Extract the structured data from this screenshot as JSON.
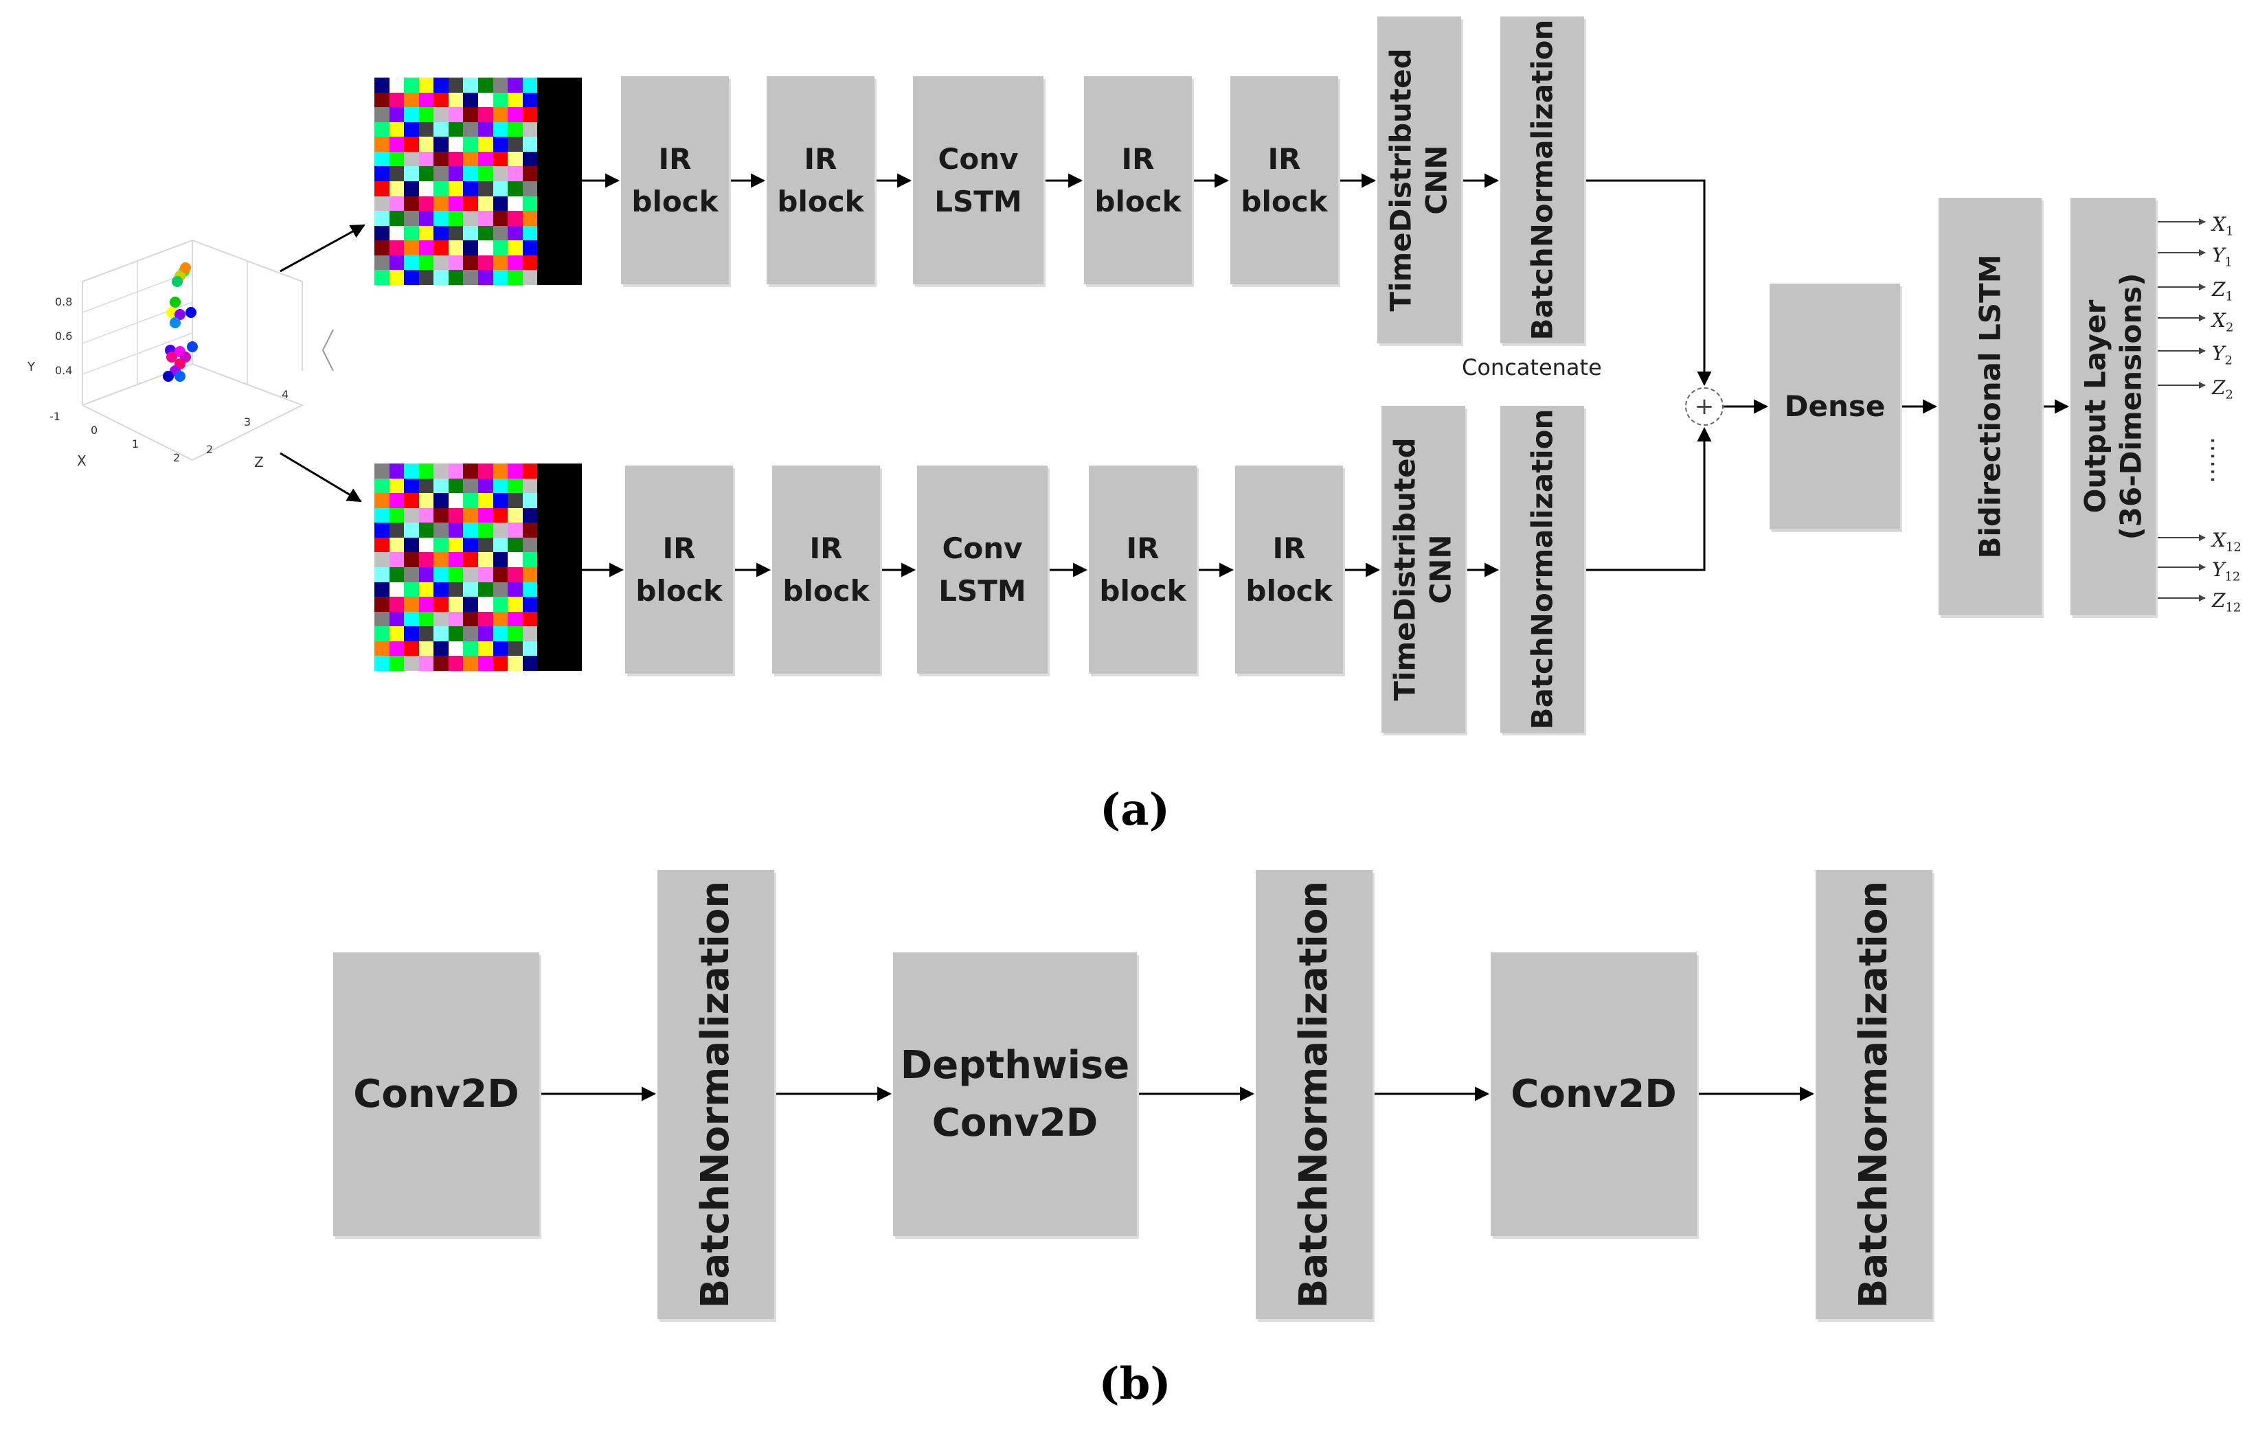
{
  "panel_a": {
    "caption": "(a)",
    "top_branch": [
      "IR\nblock",
      "IR\nblock",
      "Conv\nLSTM",
      "IR\nblock",
      "IR\nblock"
    ],
    "bottom_branch": [
      "IR\nblock",
      "IR\nblock",
      "Conv\nLSTM",
      "IR\nblock",
      "IR\nblock"
    ],
    "time_distributed": "TimeDistributed\nCNN",
    "batch_norm": "BatchNormalization",
    "concatenate": "Concatenate",
    "concat_symbol": "+",
    "dense": "Dense",
    "bidirectional": "Bidirectional LSTM",
    "output_layer": "Output Layer\n(36-Dimensions)",
    "outputs": [
      {
        "var": "X",
        "idx": "1"
      },
      {
        "var": "Y",
        "idx": "1"
      },
      {
        "var": "Z",
        "idx": "1"
      },
      {
        "var": "X",
        "idx": "2"
      },
      {
        "var": "Y",
        "idx": "2"
      },
      {
        "var": "Z",
        "idx": "2"
      },
      {
        "var": "X",
        "idx": "12"
      },
      {
        "var": "Y",
        "idx": "12"
      },
      {
        "var": "Z",
        "idx": "12"
      }
    ],
    "ellipsis": "……",
    "scatter": {
      "y_label": "Y",
      "x_label": "X",
      "z_label": "Z",
      "y_ticks": [
        "0.8",
        "0.6",
        "0.4"
      ],
      "x_ticks": [
        "-1",
        "0",
        "1",
        "2"
      ],
      "z_ticks": [
        "2",
        "3",
        "4"
      ]
    }
  },
  "panel_b": {
    "caption": "(b)",
    "blocks": [
      "Conv2D",
      "BatchNormalization",
      "Depthwise\nConv2D",
      "BatchNormalization",
      "Conv2D",
      "BatchNormalization"
    ]
  },
  "colors": {
    "block_fill": "#c3c3c3",
    "mosaic_palette": [
      "#ff0000",
      "#00ff00",
      "#0000ff",
      "#ff00ff",
      "#00ffff",
      "#ffff00",
      "#ff8000",
      "#8000ff",
      "#00ff80",
      "#ff0080",
      "#808080",
      "#ffffff",
      "#800000",
      "#008000",
      "#000080",
      "#ff80ff",
      "#80ffff",
      "#ffff80",
      "#c0c0c0",
      "#404040"
    ]
  }
}
